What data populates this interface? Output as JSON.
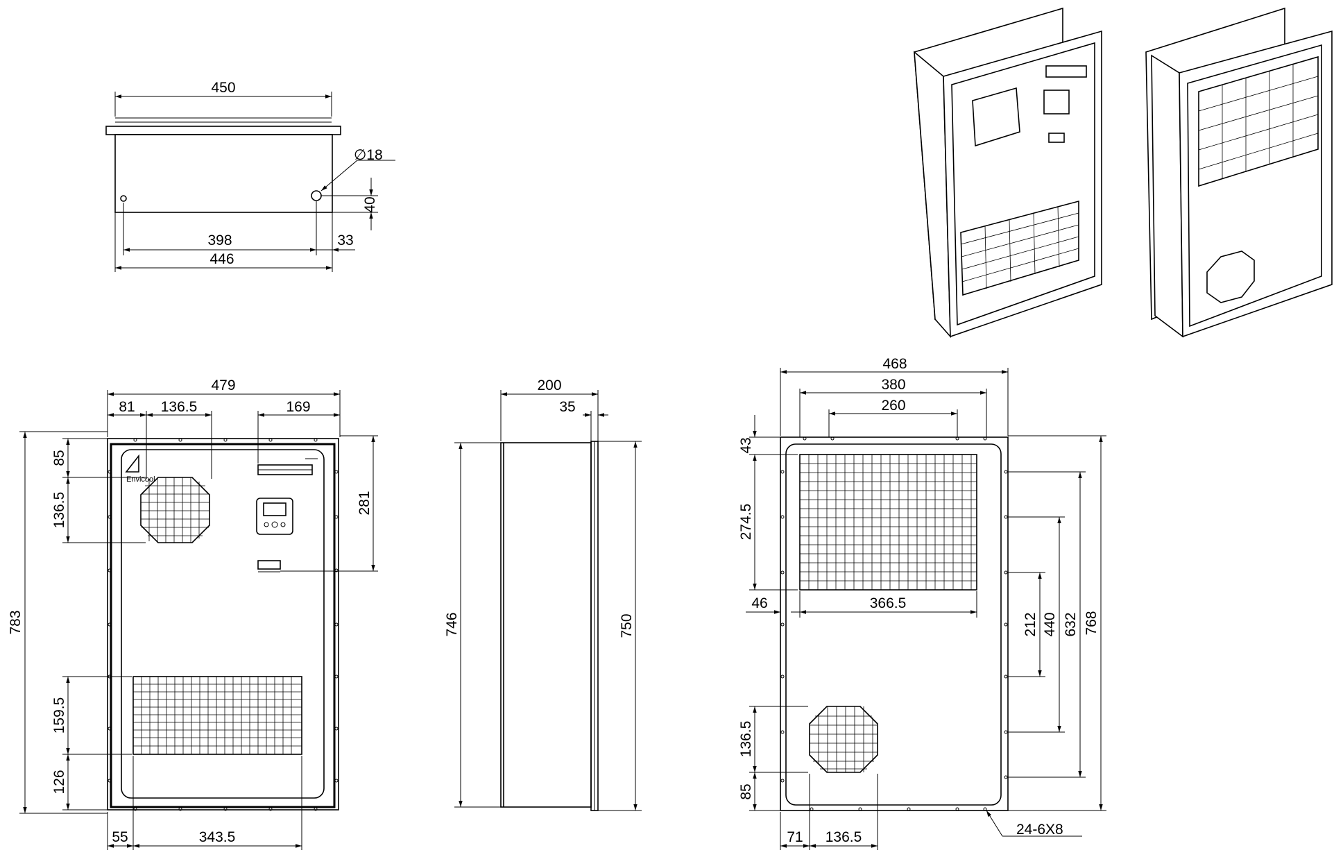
{
  "top_view": {
    "width_top": "450",
    "hole_dia": "∅18",
    "hole_offset_v": "40",
    "span_inner": "398",
    "offset_right": "33",
    "width_bottom": "446"
  },
  "front_view": {
    "width_total": "479",
    "left_offset": "81",
    "fan_width": "136.5",
    "panel_width": "169",
    "height_total": "783",
    "top_to_fan": "85",
    "fan_height": "136.5",
    "panel_height": "281",
    "grille_height": "159.5",
    "grille_bottom": "126",
    "left_margin": "55",
    "grille_width": "343.5",
    "logo_text": "Envicool"
  },
  "side_view": {
    "depth": "200",
    "flange": "35",
    "height_left": "746",
    "height_right": "750"
  },
  "rear_view": {
    "width_total": "468",
    "holes_380": "380",
    "holes_260": "260",
    "top_43": "43",
    "grille_height": "274.5",
    "left_46": "46",
    "grille_width": "366.5",
    "h_212": "212",
    "h_440": "440",
    "h_632": "632",
    "h_768": "768",
    "fan_height": "136.5",
    "bottom_85": "85",
    "left_71": "71",
    "fan_width": "136.5",
    "holes_note": "24-6X8"
  },
  "colors": {
    "line": "#000000",
    "background": "#ffffff"
  }
}
